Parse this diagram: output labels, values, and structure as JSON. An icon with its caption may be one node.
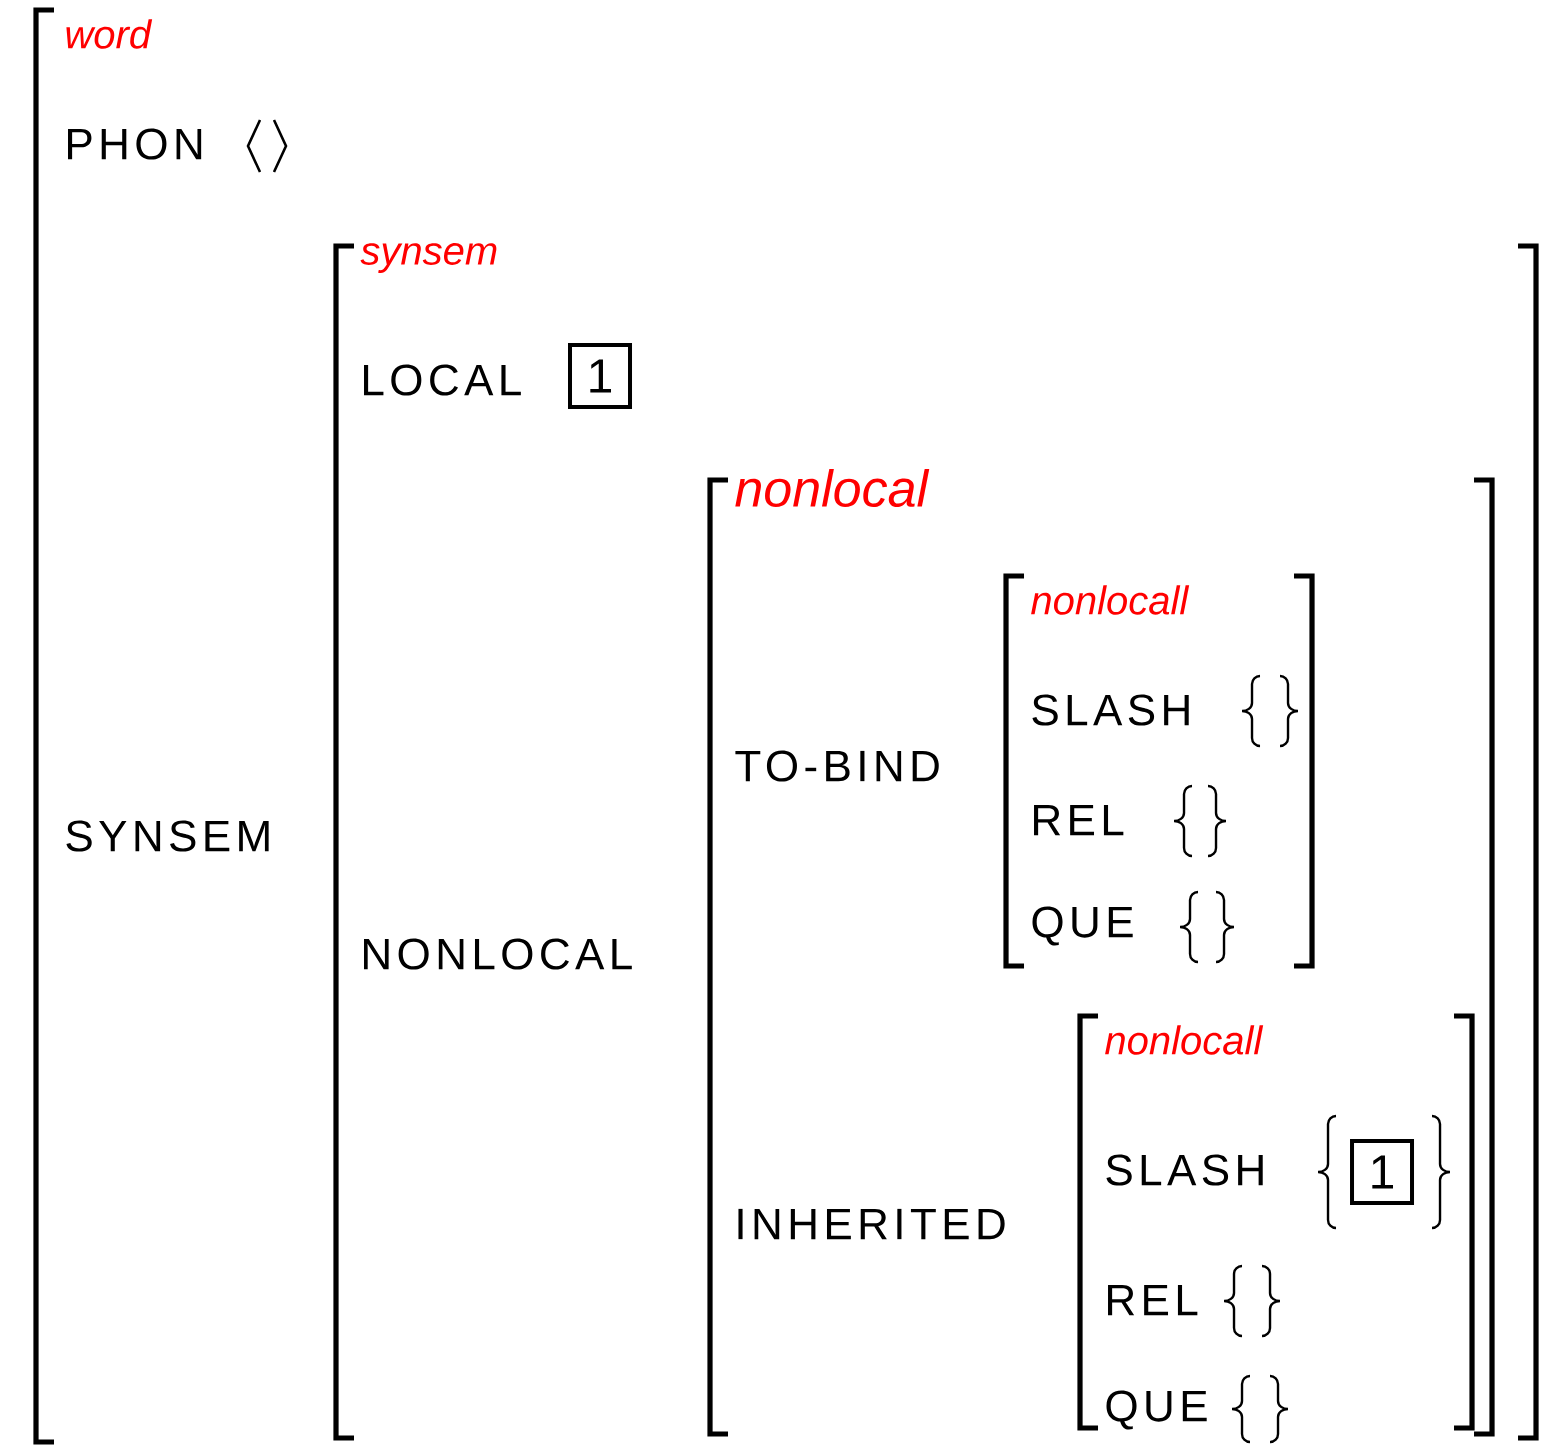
{
  "diagram": {
    "nodes": [
      {
        "text": [
          "word"
        ]
      },
      {
        "text": [
          "synsem"
        ]
      },
      {
        "text": [
          "nonlocal"
        ],
        "in": 1
      },
      {
        "text": [
          "nonlocall"
        ],
        "in": 2
      },
      {
        "text": [
          "nonlocall"
        ],
        "in": 2
      },
      {
        "text": [
          "1"
        ],
        "in": 1
      },
      {
        "text": [
          "1"
        ],
        "in": 4
      }
    ],
    "labels": [
      "PHON",
      "SYNSEM",
      "LOCAL",
      "NONLOCAL",
      "TO-BIND",
      "SLASH",
      "REL",
      "QUE",
      "INHERITED",
      "SLASH",
      "REL",
      "QUE"
    ]
  }
}
